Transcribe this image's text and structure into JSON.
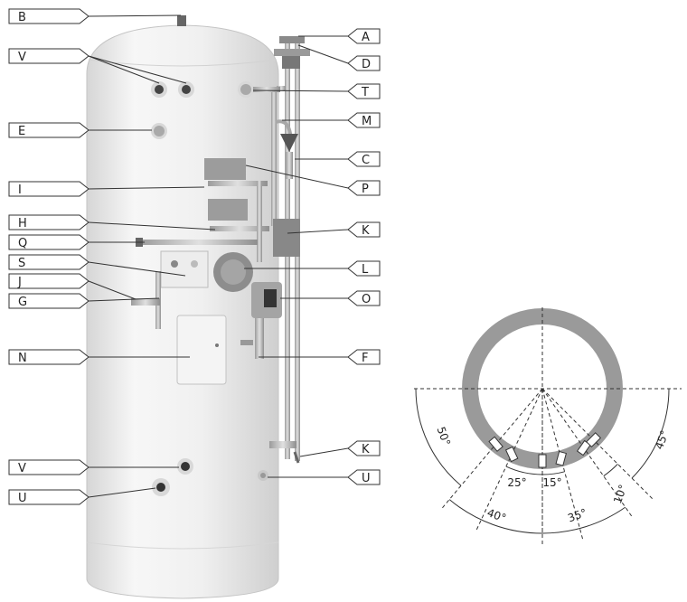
{
  "callouts_left": [
    "B",
    "V",
    "E",
    "I",
    "H",
    "Q",
    "S",
    "J",
    "G",
    "N",
    "V",
    "U"
  ],
  "callouts_right": [
    "A",
    "D",
    "T",
    "M",
    "C",
    "P",
    "K",
    "L",
    "O",
    "F",
    "K",
    "U"
  ],
  "angles": [
    "50°",
    "45°",
    "25°",
    "15°",
    "10°",
    "40°",
    "35°"
  ],
  "colors": {
    "cylinder": "#ececec",
    "outline": "#333333",
    "ring": "#9a9a9a",
    "pipe": "#b8b8b8",
    "valve": "#555555"
  }
}
